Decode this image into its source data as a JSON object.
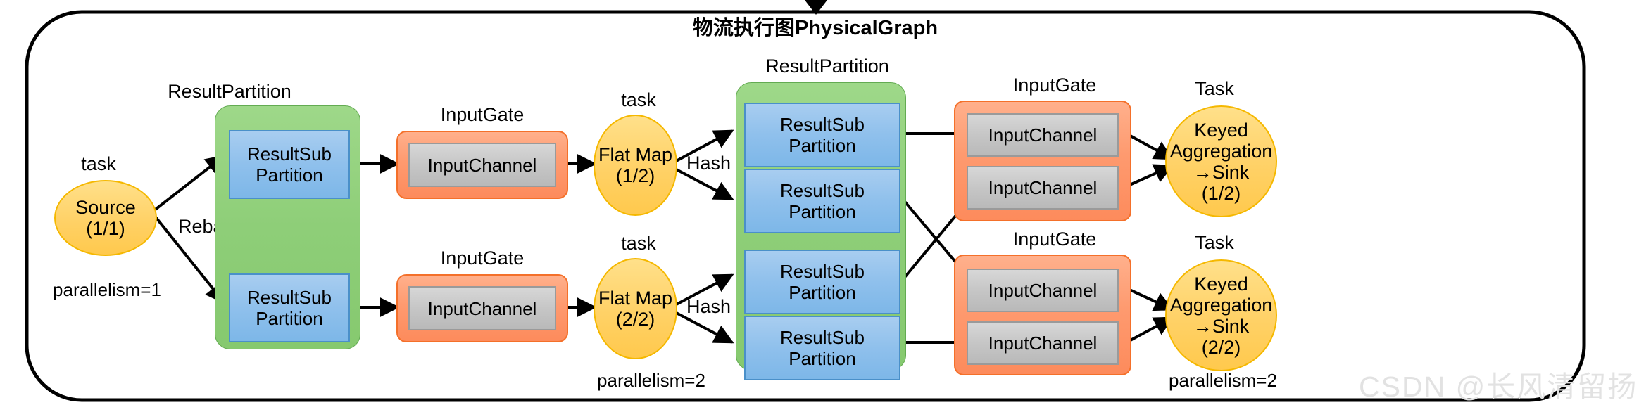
{
  "title": "物流执行图PhysicalGraph",
  "watermark": "CSDN @长风清留扬",
  "colors": {
    "task_fill": "#ffd166",
    "task_stroke": "#f5b800",
    "result_partition_fill": "#8ece78",
    "result_partition_stroke": "#63ab52",
    "result_subpartition_fill": "#8fc0ec",
    "result_subpartition_stroke": "#4a90c9",
    "input_gate_fill": "#fe9a6f",
    "input_gate_stroke": "#f4702a",
    "input_channel_fill": "#c6c6c6",
    "input_channel_stroke": "#9a9a9a",
    "outer_border": "#000000",
    "watermark": "#e2e2e2"
  },
  "captions": {
    "task": "task",
    "task_cap": "Task",
    "result_partition": "ResultPartition",
    "input_gate": "InputGate"
  },
  "edges": {
    "rebalance": "Rebalance",
    "hash": "Hash"
  },
  "parallelism": {
    "source": "parallelism=1",
    "flatmap": "parallelism=2",
    "sink": "parallelism=2"
  },
  "boxes": {
    "result_sub_partition_l1": "ResultSub\nPartition",
    "result_sub_partition_l2": "ResultSub Partition",
    "input_channel": "InputChannel"
  },
  "nodes": {
    "source": {
      "line1": "Source",
      "line2": "(1/1)"
    },
    "flatmap1": {
      "line1": "Flat Map",
      "line2": "(1/2)"
    },
    "flatmap2": {
      "line1": "Flat Map",
      "line2": "(2/2)"
    },
    "sink1": {
      "line1": "Keyed",
      "line2": "Aggregation",
      "line3": "→Sink",
      "line4": "(1/2)"
    },
    "sink2": {
      "line1": "Keyed",
      "line2": "Aggregation",
      "line3": "→Sink",
      "line4": "(2/2)"
    }
  },
  "subpartitions": [
    "ResultSub",
    "Partition",
    "ResultSub",
    "Partition",
    "ResultSub",
    "Partition",
    "ResultSub",
    "Partition",
    "ResultSub",
    "Partition",
    "ResultSub",
    "Partition"
  ],
  "rsp_lines": {
    "a": "ResultSub",
    "b": "Partition"
  },
  "channels": {
    "label": "InputChannel"
  }
}
